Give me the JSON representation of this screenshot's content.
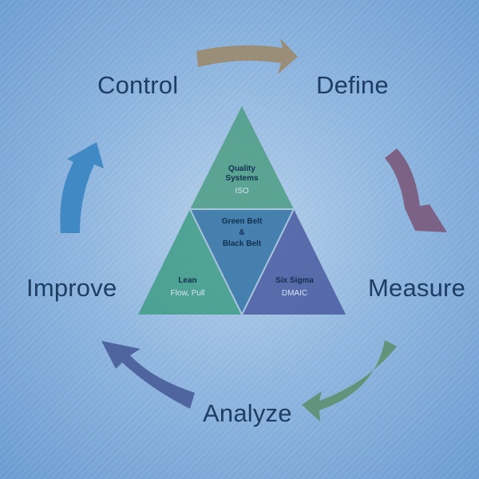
{
  "stages": {
    "define": "Define",
    "measure": "Measure",
    "analyze": "Analyze",
    "improve": "Improve",
    "control": "Control"
  },
  "triangle": {
    "quality": {
      "title_line1": "Quality",
      "title_line2": "Systems",
      "sub": "ISO"
    },
    "center": {
      "line1": "Green Belt",
      "line2": "&",
      "line3": "Black Belt"
    },
    "lean": {
      "title": "Lean",
      "sub": "Flow, Pull"
    },
    "six_sigma": {
      "title": "Six Sigma",
      "sub": "DMAIC"
    }
  },
  "colors": {
    "arrow_control_define": "#9b8a6e",
    "arrow_define_measure": "#7a5a7c",
    "arrow_measure_analyze": "#5e9070",
    "arrow_analyze_improve": "#4a5e99",
    "arrow_improve_control": "#3a86c2",
    "tri_quality": "#4e9c84",
    "tri_center": "#3a78a8",
    "tri_lean": "#3f9c86",
    "tri_six_sigma": "#4a5aa0"
  }
}
